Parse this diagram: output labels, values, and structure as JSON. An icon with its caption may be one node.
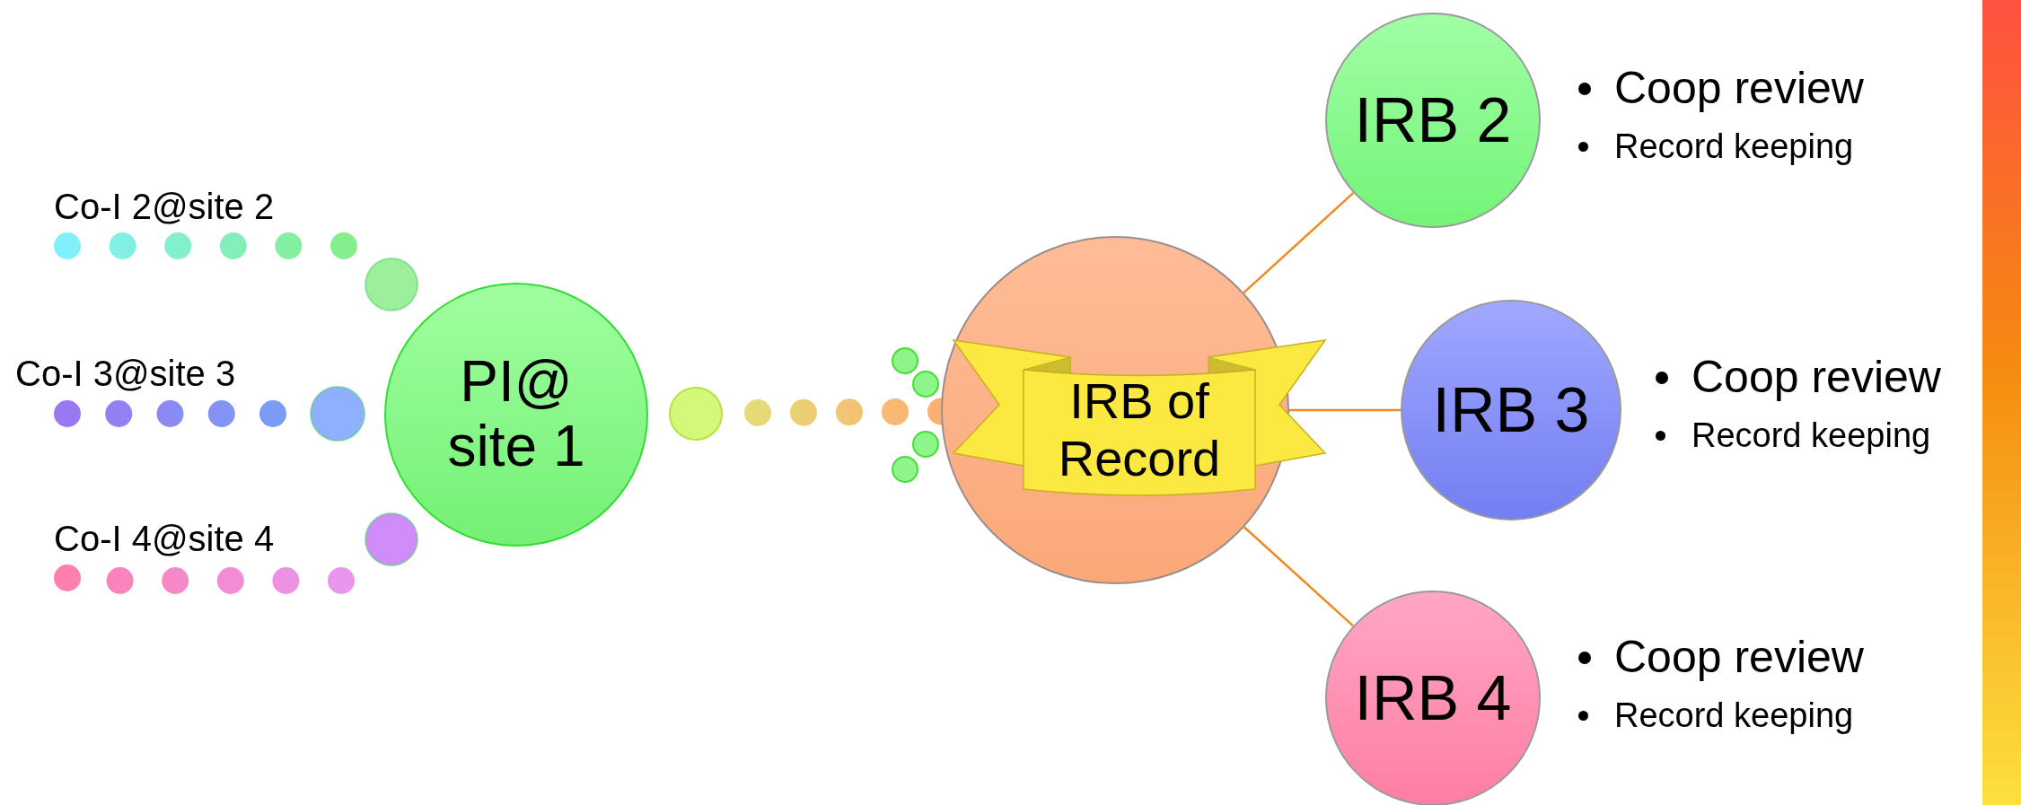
{
  "diagram": {
    "nodes": [
      {
        "text": [
          "Co-I 2@site 2"
        ]
      },
      {
        "text": [
          "Co-I 3@site 3"
        ]
      },
      {
        "text": [
          "Co-I 4@site 4"
        ]
      },
      {
        "text": [
          "PI@ site 1"
        ]
      },
      {
        "text": [
          "IRB of Record"
        ]
      },
      {
        "text": [
          "IRB 2"
        ],
        "beside": [
          "Coop review",
          "Record keeping"
        ]
      },
      {
        "text": [
          "IRB 3"
        ],
        "beside": [
          "Coop review",
          "Record keeping"
        ]
      },
      {
        "text": [
          "IRB 4"
        ],
        "beside": [
          "Coop review",
          "Record keeping"
        ]
      },
      {
        "text": [],
        "shape": "bar"
      }
    ],
    "edges": [
      {
        "from": 0,
        "to": 3,
        "arrow": "none",
        "style": "dashed"
      },
      {
        "from": 1,
        "to": 3,
        "arrow": "none",
        "style": "dashed"
      },
      {
        "from": 2,
        "to": 3,
        "arrow": "none",
        "style": "dashed"
      },
      {
        "from": 3,
        "to": 4,
        "arrow": "none",
        "style": "dashed"
      },
      {
        "from": 4,
        "to": 5,
        "arrow": "none"
      },
      {
        "from": 4,
        "to": 6,
        "arrow": "none"
      },
      {
        "from": 4,
        "to": 7,
        "arrow": "none"
      }
    ]
  }
}
